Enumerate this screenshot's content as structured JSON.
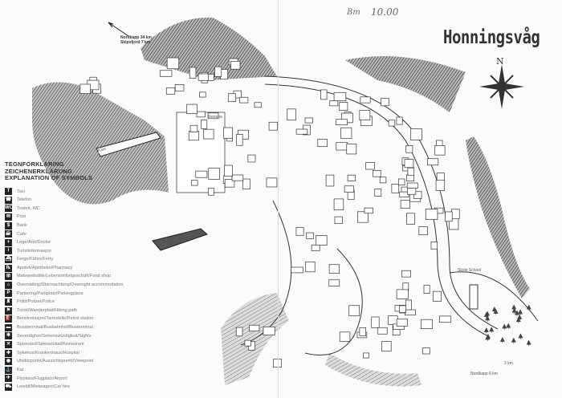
{
  "map": {
    "title": "Honningsvåg",
    "north_label": "N",
    "handwritten": [
      "Bm",
      "10.00"
    ],
    "distance_signs": {
      "north_west": [
        "Nordkapp 34 km",
        "Skipsfjord 7 km"
      ],
      "south_east_km": "3 km",
      "south_east_road": "Nordkapp 6 km"
    },
    "labels": {
      "school": "Skole School",
      "street": "Storgata",
      "quay": "Kaia"
    },
    "legend": {
      "headings": [
        "TEGNFORKLARING",
        "ZEICHENERKLÄRUNG",
        "EXPLANATION OF SYMBOLS"
      ],
      "items": [
        {
          "icon": "taxi-icon",
          "glyph": "T",
          "label": "Taxi"
        },
        {
          "icon": "telephone-icon",
          "glyph": "☎",
          "label": "Telefon"
        },
        {
          "icon": "toilet-icon",
          "glyph": "WC",
          "label": "Toalett, WC"
        },
        {
          "icon": "post-icon",
          "glyph": "✉",
          "label": "Post"
        },
        {
          "icon": "bank-icon",
          "glyph": "$",
          "label": "Bank"
        },
        {
          "icon": "cafe-icon",
          "glyph": "☕",
          "label": "Cafe"
        },
        {
          "icon": "doctor-icon",
          "glyph": "+",
          "label": "Lege/Arzt/Doctor"
        },
        {
          "icon": "tourist-info-icon",
          "glyph": "i",
          "label": "Turistinformasjon"
        },
        {
          "icon": "ferry-icon",
          "glyph": "⛴",
          "label": "Ferge/Fähre/Ferry"
        },
        {
          "icon": "pharmacy-icon",
          "glyph": "℞",
          "label": "Apotek/Apotheke/Pharmacy"
        },
        {
          "icon": "food-shop-icon",
          "glyph": "⊞",
          "label": "Matvarebutikk/Lebensmittelgeschäft/Food shop"
        },
        {
          "icon": "accommodation-icon",
          "glyph": "⌂",
          "label": "Overnatting/Übernachtung/Overnight accommodation"
        },
        {
          "icon": "parking-icon",
          "glyph": "P",
          "label": "Parkering/Parkplatz/Parkingplace"
        },
        {
          "icon": "police-icon",
          "glyph": "♜",
          "label": "Politi/Polizei/Police"
        },
        {
          "icon": "hiking-icon",
          "glyph": "⚑",
          "label": "Tursti/Wanderpfad/Hiking path"
        },
        {
          "icon": "petrol-icon",
          "glyph": "⛽",
          "label": "Bensinstasjon/Tankstelle/Petrol station"
        },
        {
          "icon": "bus-icon",
          "glyph": "▬",
          "label": "Bussterminal/Busbahnhof/Busterminal"
        },
        {
          "icon": "sights-icon",
          "glyph": "✱",
          "label": "Severdighet/Sehenswürdigkeit/Sights"
        },
        {
          "icon": "restaurant-icon",
          "glyph": "✕",
          "label": "Spisested/Speiselokal/Restaurant"
        },
        {
          "icon": "hospital-icon",
          "glyph": "✚",
          "label": "Sykehus/Krankenhaus/Hospital"
        },
        {
          "icon": "viewpoint-icon",
          "glyph": "◉",
          "label": "Utsiktspunkt/Aussichtspunkt/Viewpoint"
        },
        {
          "icon": "quay-icon",
          "glyph": "⚓",
          "label": "Kai"
        },
        {
          "icon": "airport-icon",
          "glyph": "✈",
          "label": "Flyplass/Flugplatz/Airport"
        },
        {
          "icon": "car-hire-icon",
          "glyph": "⛟",
          "label": "Leiebil/Mietwagen/Car hire"
        }
      ]
    }
  }
}
